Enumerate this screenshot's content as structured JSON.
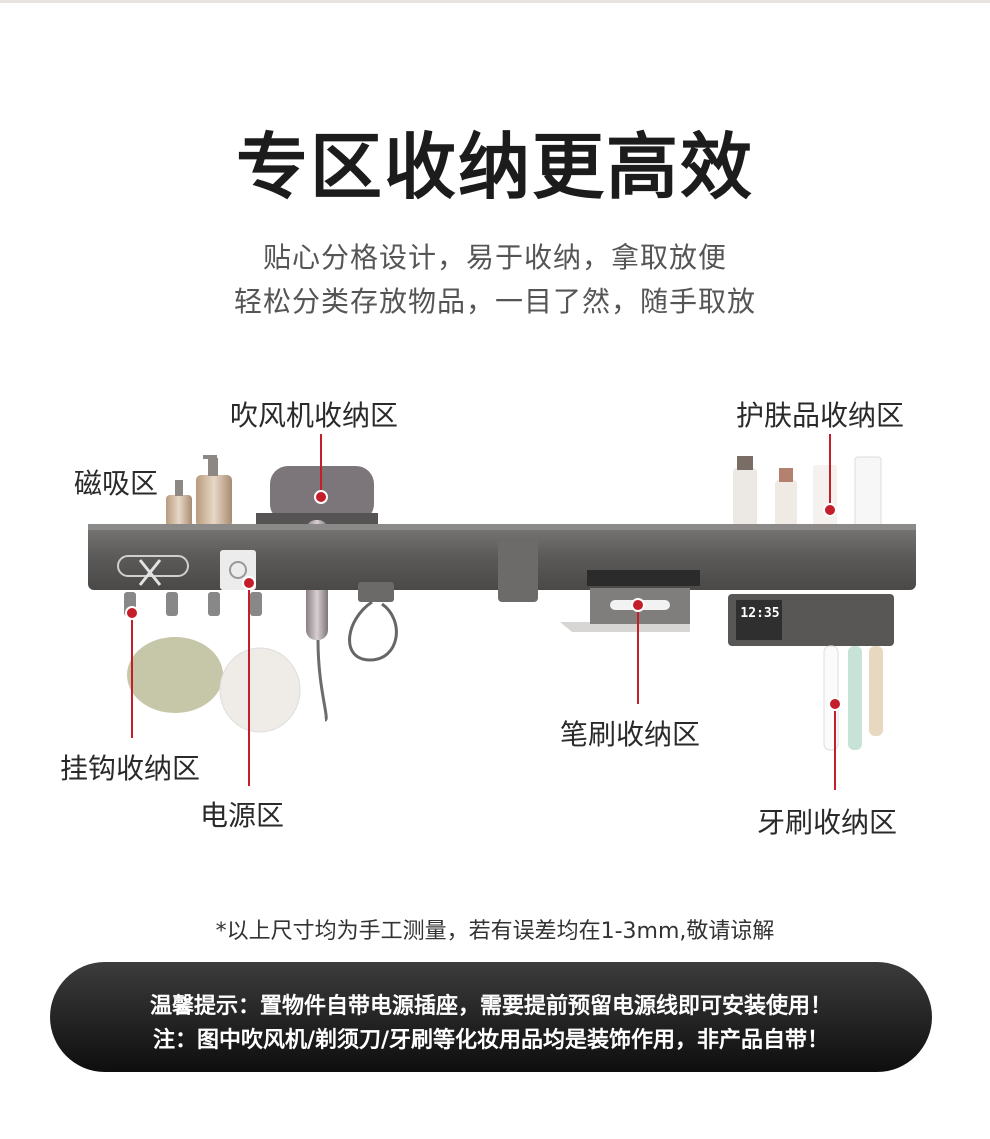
{
  "title": "专区收纳更高效",
  "subtitle": {
    "line1": "贴心分格设计，易于收纳，拿取放便",
    "line2": "轻松分类存放物品，一目了然，随手取放"
  },
  "labels": {
    "hair_dryer": "吹风机收纳区",
    "skincare": "护肤品收纳区",
    "magnetic": "磁吸区",
    "hooks": "挂钩收纳区",
    "power": "电源区",
    "pen_brush": "笔刷收纳区",
    "toothbrush": "牙刷收纳区"
  },
  "clock_display": "12:35",
  "footnote": "*以上尺寸均为手工测量，若有误差均在1-3mm,敬请谅解",
  "tip": {
    "line1": "温馨提示：置物件自带电源插座，需要提前预留电源线即可安装使用！",
    "line2": "注：图中吹风机/剃须刀/牙刷等化妆用品均是装饰作用，非产品自带！"
  },
  "colors": {
    "accent_line": "#c41e2a",
    "shelf": "#5c5b5a",
    "tip_background": "#1a1a1a"
  }
}
